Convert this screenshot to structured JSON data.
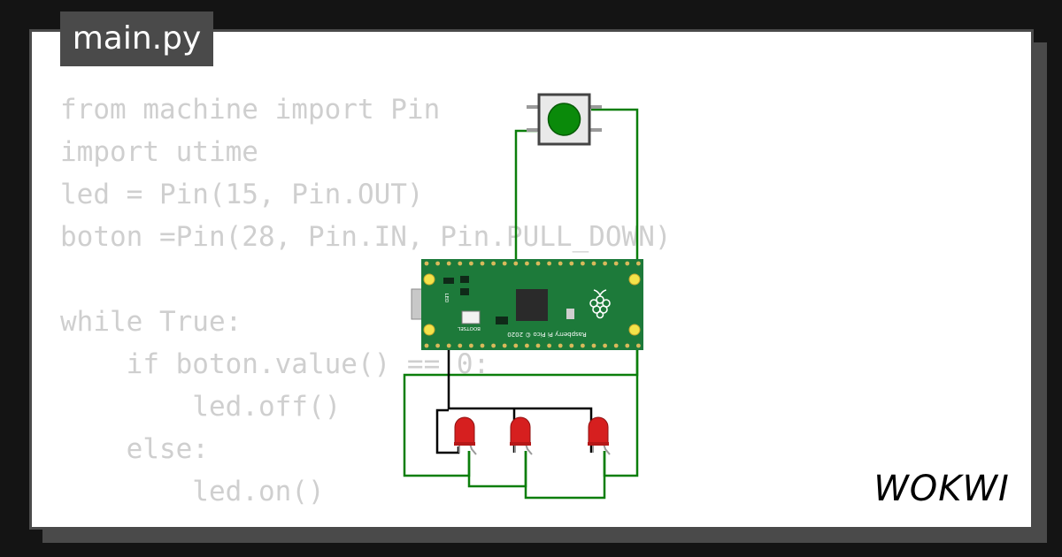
{
  "file_tab": {
    "label": "main.py"
  },
  "code": {
    "lines": [
      "from machine import Pin",
      "import utime",
      "led = Pin(15, Pin.OUT)",
      "boton =Pin(28, Pin.IN, Pin.PULL_DOWN)",
      "",
      "while True:",
      "    if boton.value() == 0:",
      "        led.off()",
      "    else:",
      "        led.on()"
    ]
  },
  "board": {
    "silkscreen": "Raspberry Pi Pico © 2020",
    "bootsel_label": "BOOTSEL",
    "led_label": "LED"
  },
  "logo": {
    "text": "WOKWI"
  },
  "colors": {
    "wire_green": "#0b7e0b",
    "wire_black": "#000000",
    "board_green": "#1d7a3a",
    "led_red": "#d61f1f",
    "button_green": "#0a8a0a",
    "code_text": "#cfcfcf"
  }
}
